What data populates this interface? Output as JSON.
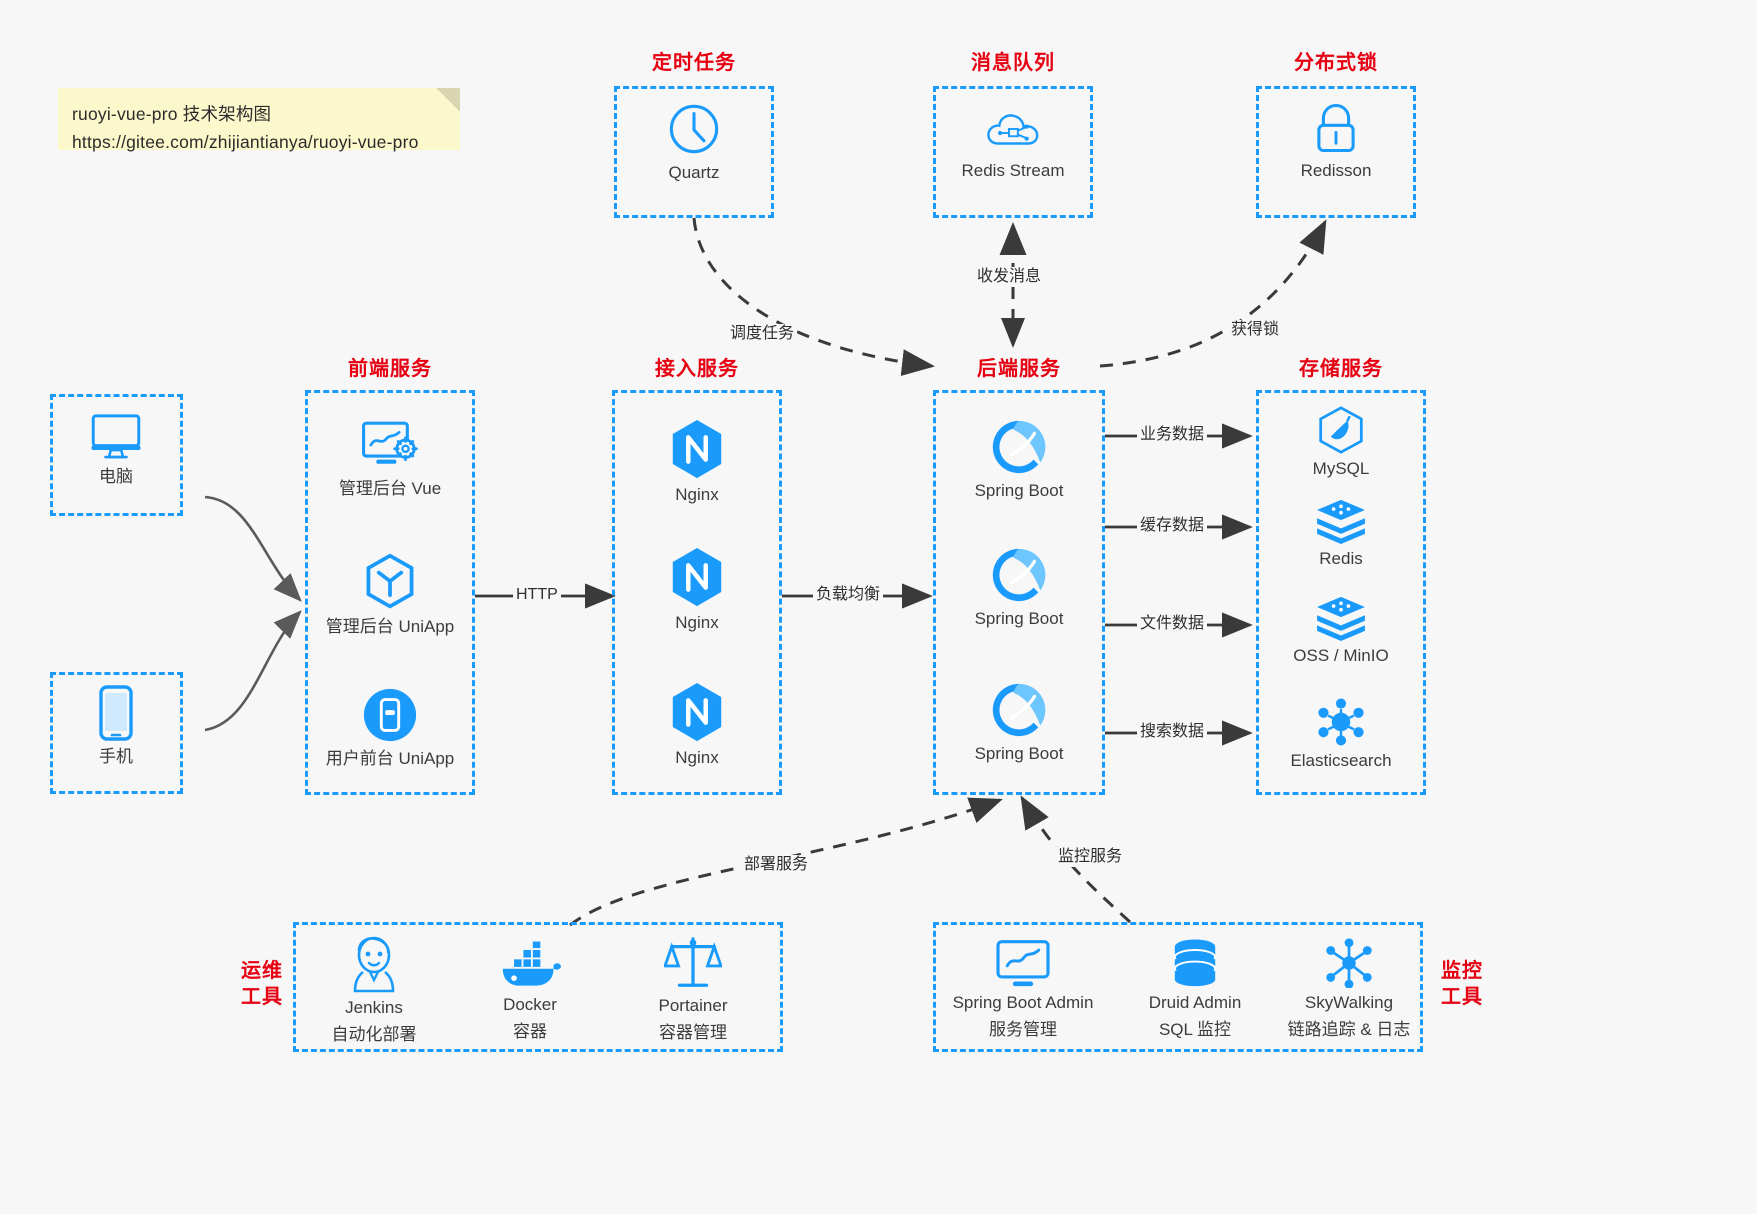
{
  "note": {
    "line1": "ruoyi-vue-pro 技术架构图",
    "line2": "https://gitee.com/zhijiantianya/ruoyi-vue-pro"
  },
  "colors": {
    "accent": "#1a9bfc",
    "title_red": "#e60012",
    "text": "#3c3c3c",
    "background": "#f7f7f7",
    "note_bg": "#fbf8cc",
    "link": "#555555"
  },
  "groups": {
    "scheduled_task": {
      "title": "定时任务",
      "nodes": [
        {
          "label": "Quartz",
          "icon": "clock-icon"
        }
      ]
    },
    "message_queue": {
      "title": "消息队列",
      "nodes": [
        {
          "label": "Redis Stream",
          "icon": "cloud-stream-icon"
        }
      ]
    },
    "distributed_lock": {
      "title": "分布式锁",
      "nodes": [
        {
          "label": "Redisson",
          "icon": "lock-icon"
        }
      ]
    },
    "clients": {
      "nodes": [
        {
          "label": "电脑",
          "icon": "desktop-monitor-icon"
        },
        {
          "label": "手机",
          "icon": "mobile-phone-icon"
        }
      ]
    },
    "frontend": {
      "title": "前端服务",
      "nodes": [
        {
          "label": "管理后台 Vue",
          "icon": "admin-dashboard-icon"
        },
        {
          "label": "管理后台 UniApp",
          "icon": "uniapp-hex-icon"
        },
        {
          "label": "用户前台 UniApp",
          "icon": "mobile-app-circle-icon"
        }
      ]
    },
    "gateway": {
      "title": "接入服务",
      "nodes": [
        {
          "label": "Nginx",
          "icon": "nginx-icon"
        },
        {
          "label": "Nginx",
          "icon": "nginx-icon"
        },
        {
          "label": "Nginx",
          "icon": "nginx-icon"
        }
      ]
    },
    "backend": {
      "title": "后端服务",
      "nodes": [
        {
          "label": "Spring Boot",
          "icon": "spring-boot-icon"
        },
        {
          "label": "Spring Boot",
          "icon": "spring-boot-icon"
        },
        {
          "label": "Spring Boot",
          "icon": "spring-boot-icon"
        }
      ]
    },
    "storage": {
      "title": "存储服务",
      "nodes": [
        {
          "label": "MySQL",
          "icon": "mysql-icon"
        },
        {
          "label": "Redis",
          "icon": "redis-icon"
        },
        {
          "label": "OSS / MinIO",
          "icon": "oss-minio-icon"
        },
        {
          "label": "Elasticsearch",
          "icon": "elasticsearch-icon"
        }
      ]
    },
    "devops": {
      "title_line1": "运维",
      "title_line2": "工具",
      "nodes": [
        {
          "label": "Jenkins",
          "sub": "自动化部署",
          "icon": "jenkins-icon"
        },
        {
          "label": "Docker",
          "sub": "容器",
          "icon": "docker-icon"
        },
        {
          "label": "Portainer",
          "sub": "容器管理",
          "icon": "portainer-scale-icon"
        }
      ]
    },
    "monitoring": {
      "title_line1": "监控",
      "title_line2": "工具",
      "nodes": [
        {
          "label": "Spring Boot Admin",
          "sub": "服务管理",
          "icon": "monitor-chart-icon"
        },
        {
          "label": "Druid Admin",
          "sub": "SQL 监控",
          "icon": "database-stack-icon"
        },
        {
          "label": "SkyWalking",
          "sub": "链路追踪 & 日志",
          "icon": "skywalking-icon"
        }
      ]
    }
  },
  "edges": [
    {
      "id": "http",
      "label": "HTTP"
    },
    {
      "id": "lb",
      "label": "负载均衡"
    },
    {
      "id": "schedule",
      "label": "调度任务"
    },
    {
      "id": "mq",
      "label": "收发消息"
    },
    {
      "id": "lock",
      "label": "获得锁"
    },
    {
      "id": "biz_data",
      "label": "业务数据"
    },
    {
      "id": "cache_data",
      "label": "缓存数据"
    },
    {
      "id": "file_data",
      "label": "文件数据"
    },
    {
      "id": "search_data",
      "label": "搜索数据"
    },
    {
      "id": "deploy",
      "label": "部署服务"
    },
    {
      "id": "monitor",
      "label": "监控服务"
    }
  ]
}
